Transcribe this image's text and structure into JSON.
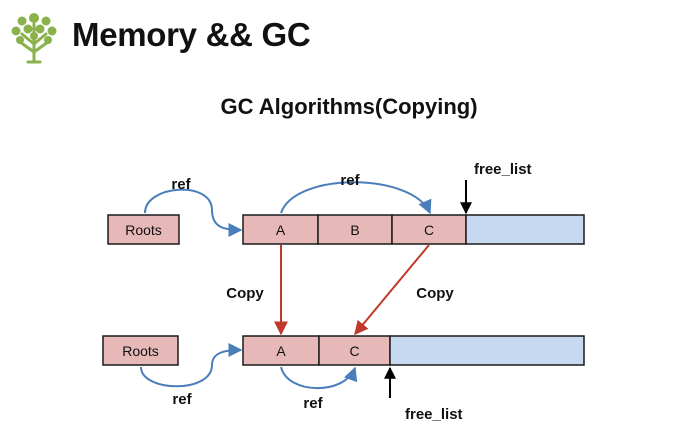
{
  "header": {
    "title": "Memory && GC",
    "logo_icon": "tree-logo-icon"
  },
  "slide": {
    "subtitle": "GC Algorithms(Copying)"
  },
  "diagram": {
    "before": {
      "roots_label": "Roots",
      "cells": [
        "A",
        "B",
        "C"
      ],
      "ref_labels": [
        "ref",
        "ref"
      ],
      "free_list_label": "free_list"
    },
    "copy_labels": [
      "Copy",
      "Copy"
    ],
    "after": {
      "roots_label": "Roots",
      "cells": [
        "A",
        "C"
      ],
      "ref_labels": [
        "ref",
        "ref"
      ],
      "free_list_label": "free_list"
    }
  },
  "colors": {
    "object_fill": "#e6b9b8",
    "free_fill": "#c6d9f1",
    "ref_arrow": "#4a7ebb",
    "copy_arrow": "#c0392b",
    "logo_green": "#8bb24a"
  }
}
